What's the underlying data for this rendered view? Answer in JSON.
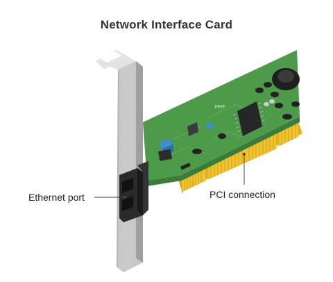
{
  "title": "Network Interface Card",
  "labels": {
    "ethernet_port": "Ethernet port",
    "pci_connection": "PCI connection"
  },
  "chip_text": "FFFF",
  "colors": {
    "pcb": "#4e9a4b",
    "pcb_dark": "#3b7c38",
    "gold": "#f2c530",
    "bracket": "#c9c9c9",
    "component_black": "#2a2a2a",
    "blue_component": "#3d8fd1"
  }
}
